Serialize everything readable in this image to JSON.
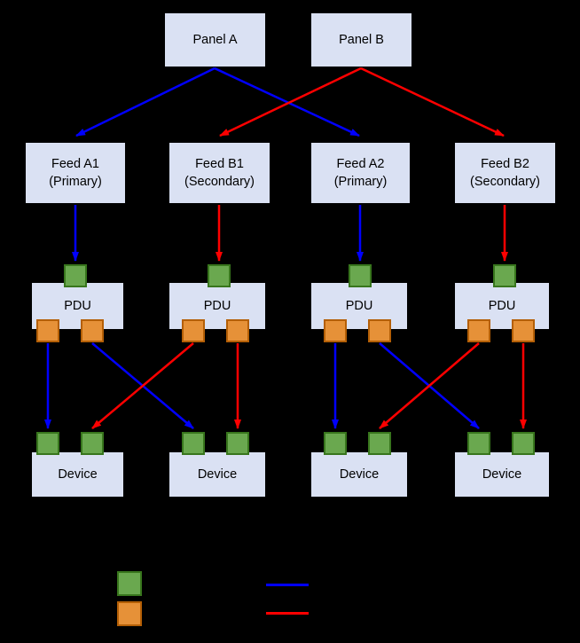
{
  "colors": {
    "background": "#000000",
    "box_fill": "#dae1f3",
    "box_border": "#000000",
    "port_green": "#6aa84f",
    "port_green_border": "#38761d",
    "port_orange": "#e69138",
    "port_orange_border": "#b45f06",
    "primary_arrow": "#0000ff",
    "secondary_arrow": "#ff0000"
  },
  "panels": [
    {
      "label": "Panel A"
    },
    {
      "label": "Panel B"
    }
  ],
  "feeds": [
    {
      "name": "Feed A1",
      "type": "(Primary)"
    },
    {
      "name": "Feed B1",
      "type": "(Secondary)"
    },
    {
      "name": "Feed A2",
      "type": "(Primary)"
    },
    {
      "name": "Feed B2",
      "type": "(Secondary)"
    }
  ],
  "pdus": [
    {
      "label": "PDU"
    },
    {
      "label": "PDU"
    },
    {
      "label": "PDU"
    },
    {
      "label": "PDU"
    }
  ],
  "devices": [
    {
      "label": "Device"
    },
    {
      "label": "Device"
    },
    {
      "label": "Device"
    },
    {
      "label": "Device"
    }
  ]
}
